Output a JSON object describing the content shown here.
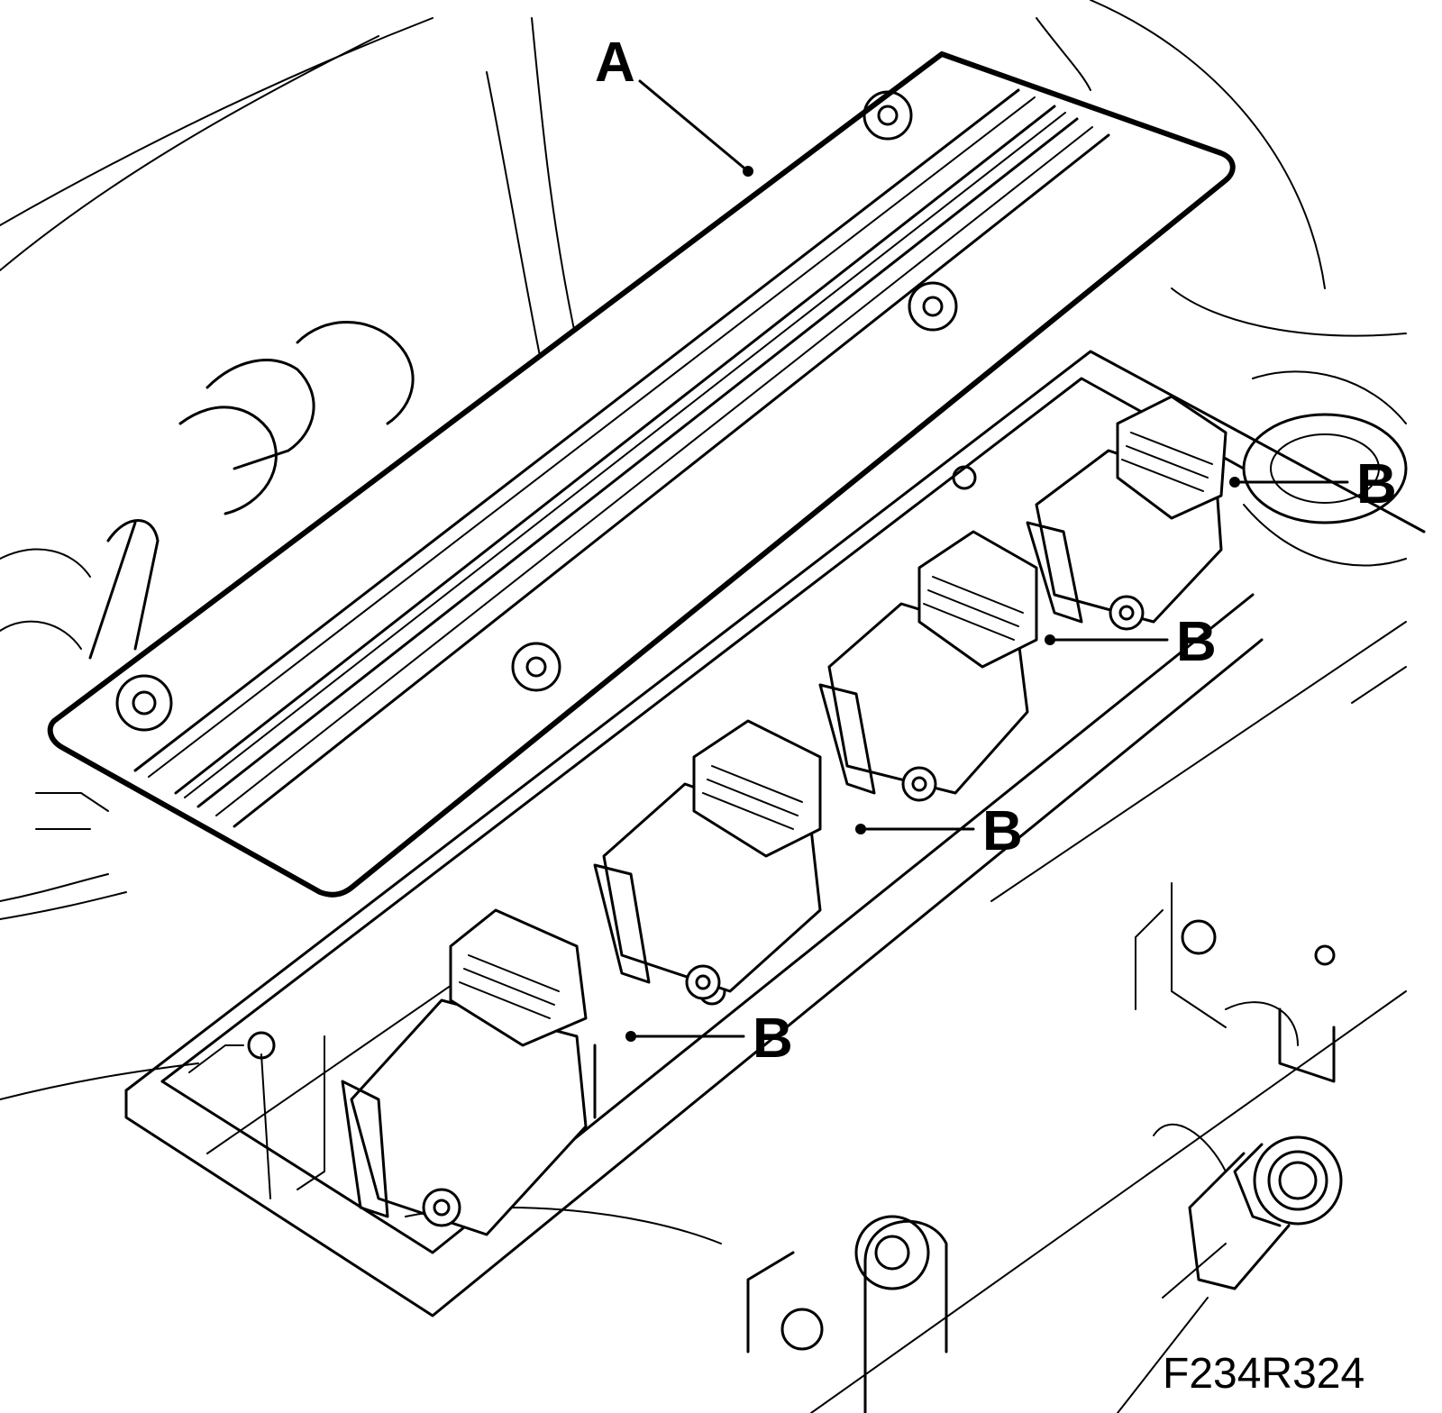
{
  "figure": {
    "reference_code": "F234R324"
  },
  "callouts": {
    "cover": {
      "letter": "A"
    },
    "coils": [
      {
        "letter": "B"
      },
      {
        "letter": "B"
      },
      {
        "letter": "B"
      },
      {
        "letter": "B"
      }
    ]
  },
  "colors": {
    "line": "#000000",
    "background": "#ffffff"
  }
}
